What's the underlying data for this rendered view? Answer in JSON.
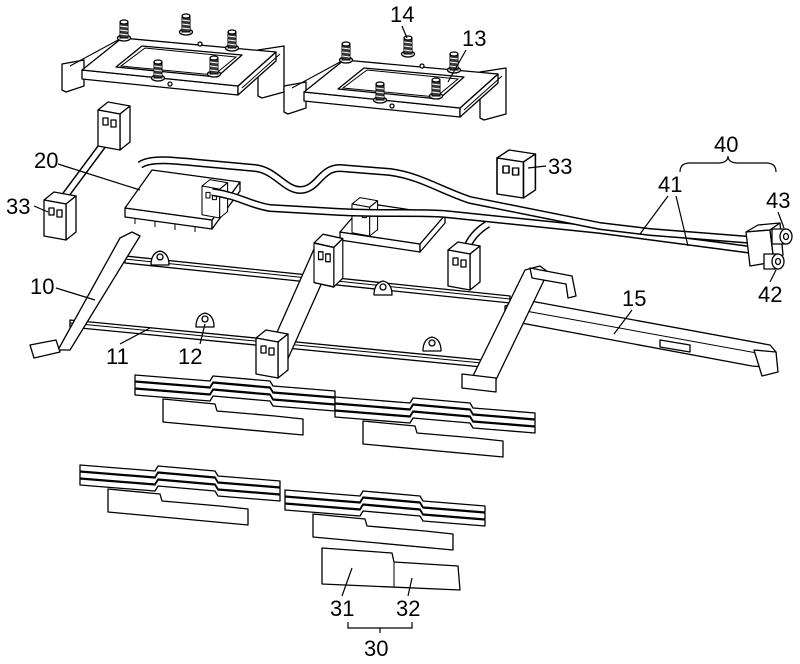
{
  "reference_numerals": {
    "n14": "14",
    "n13": "13",
    "n20": "20",
    "n33_left": "33",
    "n33_right": "33",
    "n40": "40",
    "n41": "41",
    "n43": "43",
    "n42": "42",
    "n10": "10",
    "n11": "11",
    "n12": "12",
    "n15": "15",
    "n31": "31",
    "n32": "32",
    "n30": "30"
  },
  "colors": {
    "line": "#000000",
    "background": "#ffffff"
  }
}
